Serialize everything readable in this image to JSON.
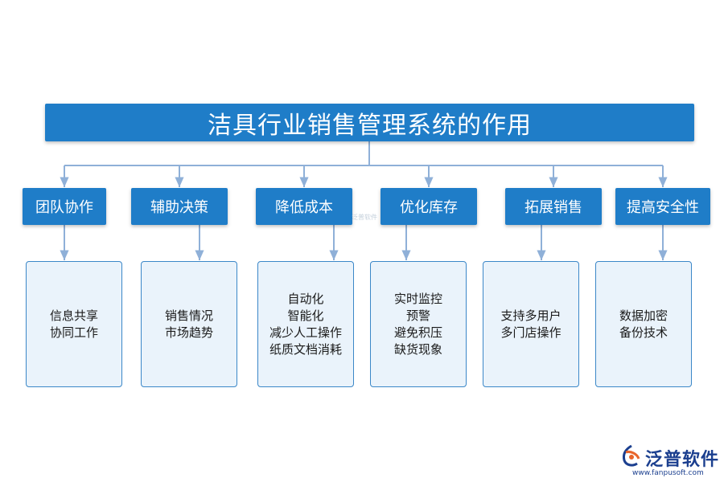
{
  "title": "洁具行业销售管理系统的作用",
  "categories": [
    {
      "label": "团队协作",
      "details": [
        "信息共享",
        "协同工作"
      ]
    },
    {
      "label": "辅助决策",
      "details": [
        "销售情况",
        "市场趋势"
      ]
    },
    {
      "label": "降低成本",
      "details": [
        "自动化",
        "智能化",
        "减少人工操作",
        "纸质文档消耗"
      ]
    },
    {
      "label": "优化库存",
      "details": [
        "实时监控",
        "预警",
        "避免积压",
        "缺货现象"
      ]
    },
    {
      "label": "拓展销售",
      "details": [
        "支持多用户",
        "多门店操作"
      ]
    },
    {
      "label": "提高安全性",
      "details": [
        "数据加密",
        "备份技术"
      ]
    }
  ],
  "watermark": "泛普软件",
  "brand": {
    "name": "泛普软件",
    "url": "www.fanpusoft.com",
    "logo_icon": "fanpu-logo-icon"
  },
  "colors": {
    "box_fill": "#1f7dc8",
    "connector": "#8fb0d8",
    "detail_fill": "#eaf3fb",
    "detail_border": "#3b87c8",
    "brand_text": "#1b3f8f",
    "logo_accent": "#e8652b"
  }
}
